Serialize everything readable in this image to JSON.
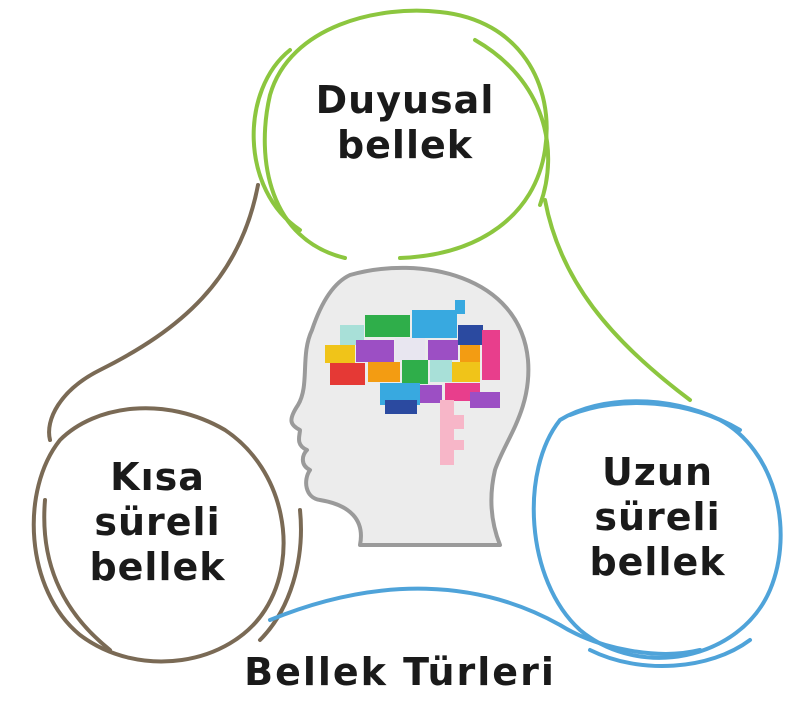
{
  "nodes": {
    "sensory": {
      "line1": "Duyusal",
      "line2": "bellek",
      "color": "#8cc63f"
    },
    "short_term": {
      "line1": "Kısa",
      "line2": "süreli",
      "line3": "bellek",
      "color": "#7a6a55"
    },
    "long_term": {
      "line1": "Uzun",
      "line2": "süreli",
      "line3": "bellek",
      "color": "#4fa3d9"
    }
  },
  "caption": "Bellek Türleri",
  "center_image": {
    "icon": "puzzle-brain-head-icon",
    "outline_color": "#9a9a9a"
  }
}
